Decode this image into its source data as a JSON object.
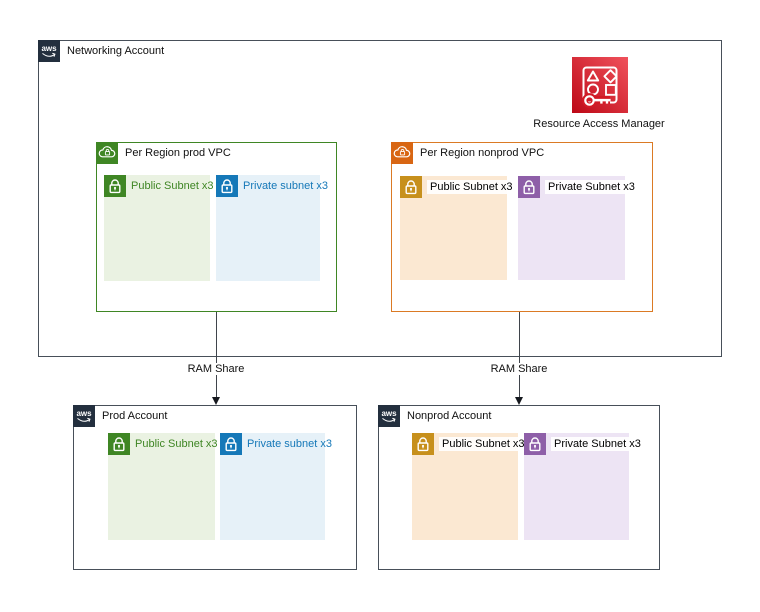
{
  "colors": {
    "navy": "#232F3E",
    "line": "#474F59",
    "green": "#3F8624",
    "green_bg": "#EAF2E2",
    "blue": "#1578B8",
    "blue_bg": "#E6F1F8",
    "orange": "#D86613",
    "orange_border": "#DB7A24",
    "orange_bg": "#FBE8D2",
    "amber": "#C7901C",
    "purple": "#8E5FA8",
    "purple_bg": "#EDE4F4",
    "red_dark": "#BD0816",
    "red_light": "#F0525C"
  },
  "aws_logo_text": "aws",
  "networking_account": {
    "label": "Networking Account"
  },
  "ram": {
    "label": "Resource Access Manager",
    "icon": "resource-access-manager-icon"
  },
  "prod_vpc": {
    "label": "Per Region prod VPC",
    "subnets": [
      {
        "label": "Public Subnet x3"
      },
      {
        "label": "Private subnet x3"
      }
    ]
  },
  "nonprod_vpc": {
    "label": "Per Region nonprod VPC",
    "subnets": [
      {
        "label": "Public Subnet x3"
      },
      {
        "label": "Private Subnet x3"
      }
    ]
  },
  "arrows": [
    {
      "label": "RAM Share"
    },
    {
      "label": "RAM Share"
    }
  ],
  "prod_account": {
    "label": "Prod Account",
    "subnets": [
      {
        "label": "Public Subnet x3"
      },
      {
        "label": "Private subnet x3"
      }
    ]
  },
  "nonprod_account": {
    "label": "Nonprod Account",
    "subnets": [
      {
        "label": "Public Subnet x3"
      },
      {
        "label": "Private Subnet x3"
      }
    ]
  }
}
